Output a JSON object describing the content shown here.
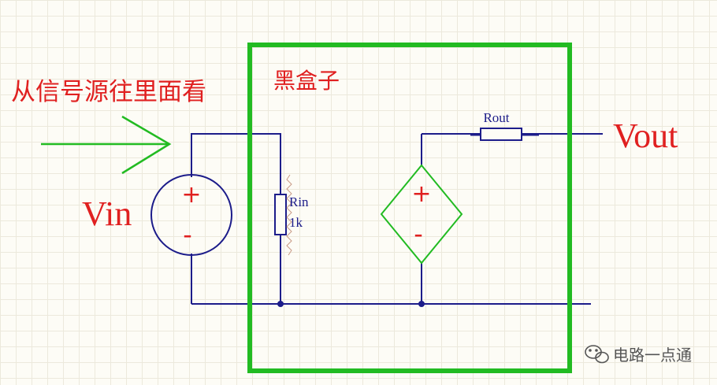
{
  "annotation": {
    "text": "从信号源往里面看",
    "color": "#e02020"
  },
  "black_box": {
    "label": "黑盒子",
    "border_color": "#22bb22"
  },
  "input": {
    "label": "Vin",
    "plus": "+",
    "minus": "-"
  },
  "rin": {
    "name": "Rin",
    "value": "1k"
  },
  "dependent_source": {
    "plus": "+",
    "minus": "-"
  },
  "rout": {
    "name": "Rout"
  },
  "output": {
    "label": "Vout"
  },
  "watermark": {
    "text": "电路一点通",
    "icon": "wechat-icon"
  },
  "colors": {
    "wire": "#1c1c8a",
    "label_red": "#e02020",
    "green": "#22bb22",
    "watermark": "#555555"
  }
}
